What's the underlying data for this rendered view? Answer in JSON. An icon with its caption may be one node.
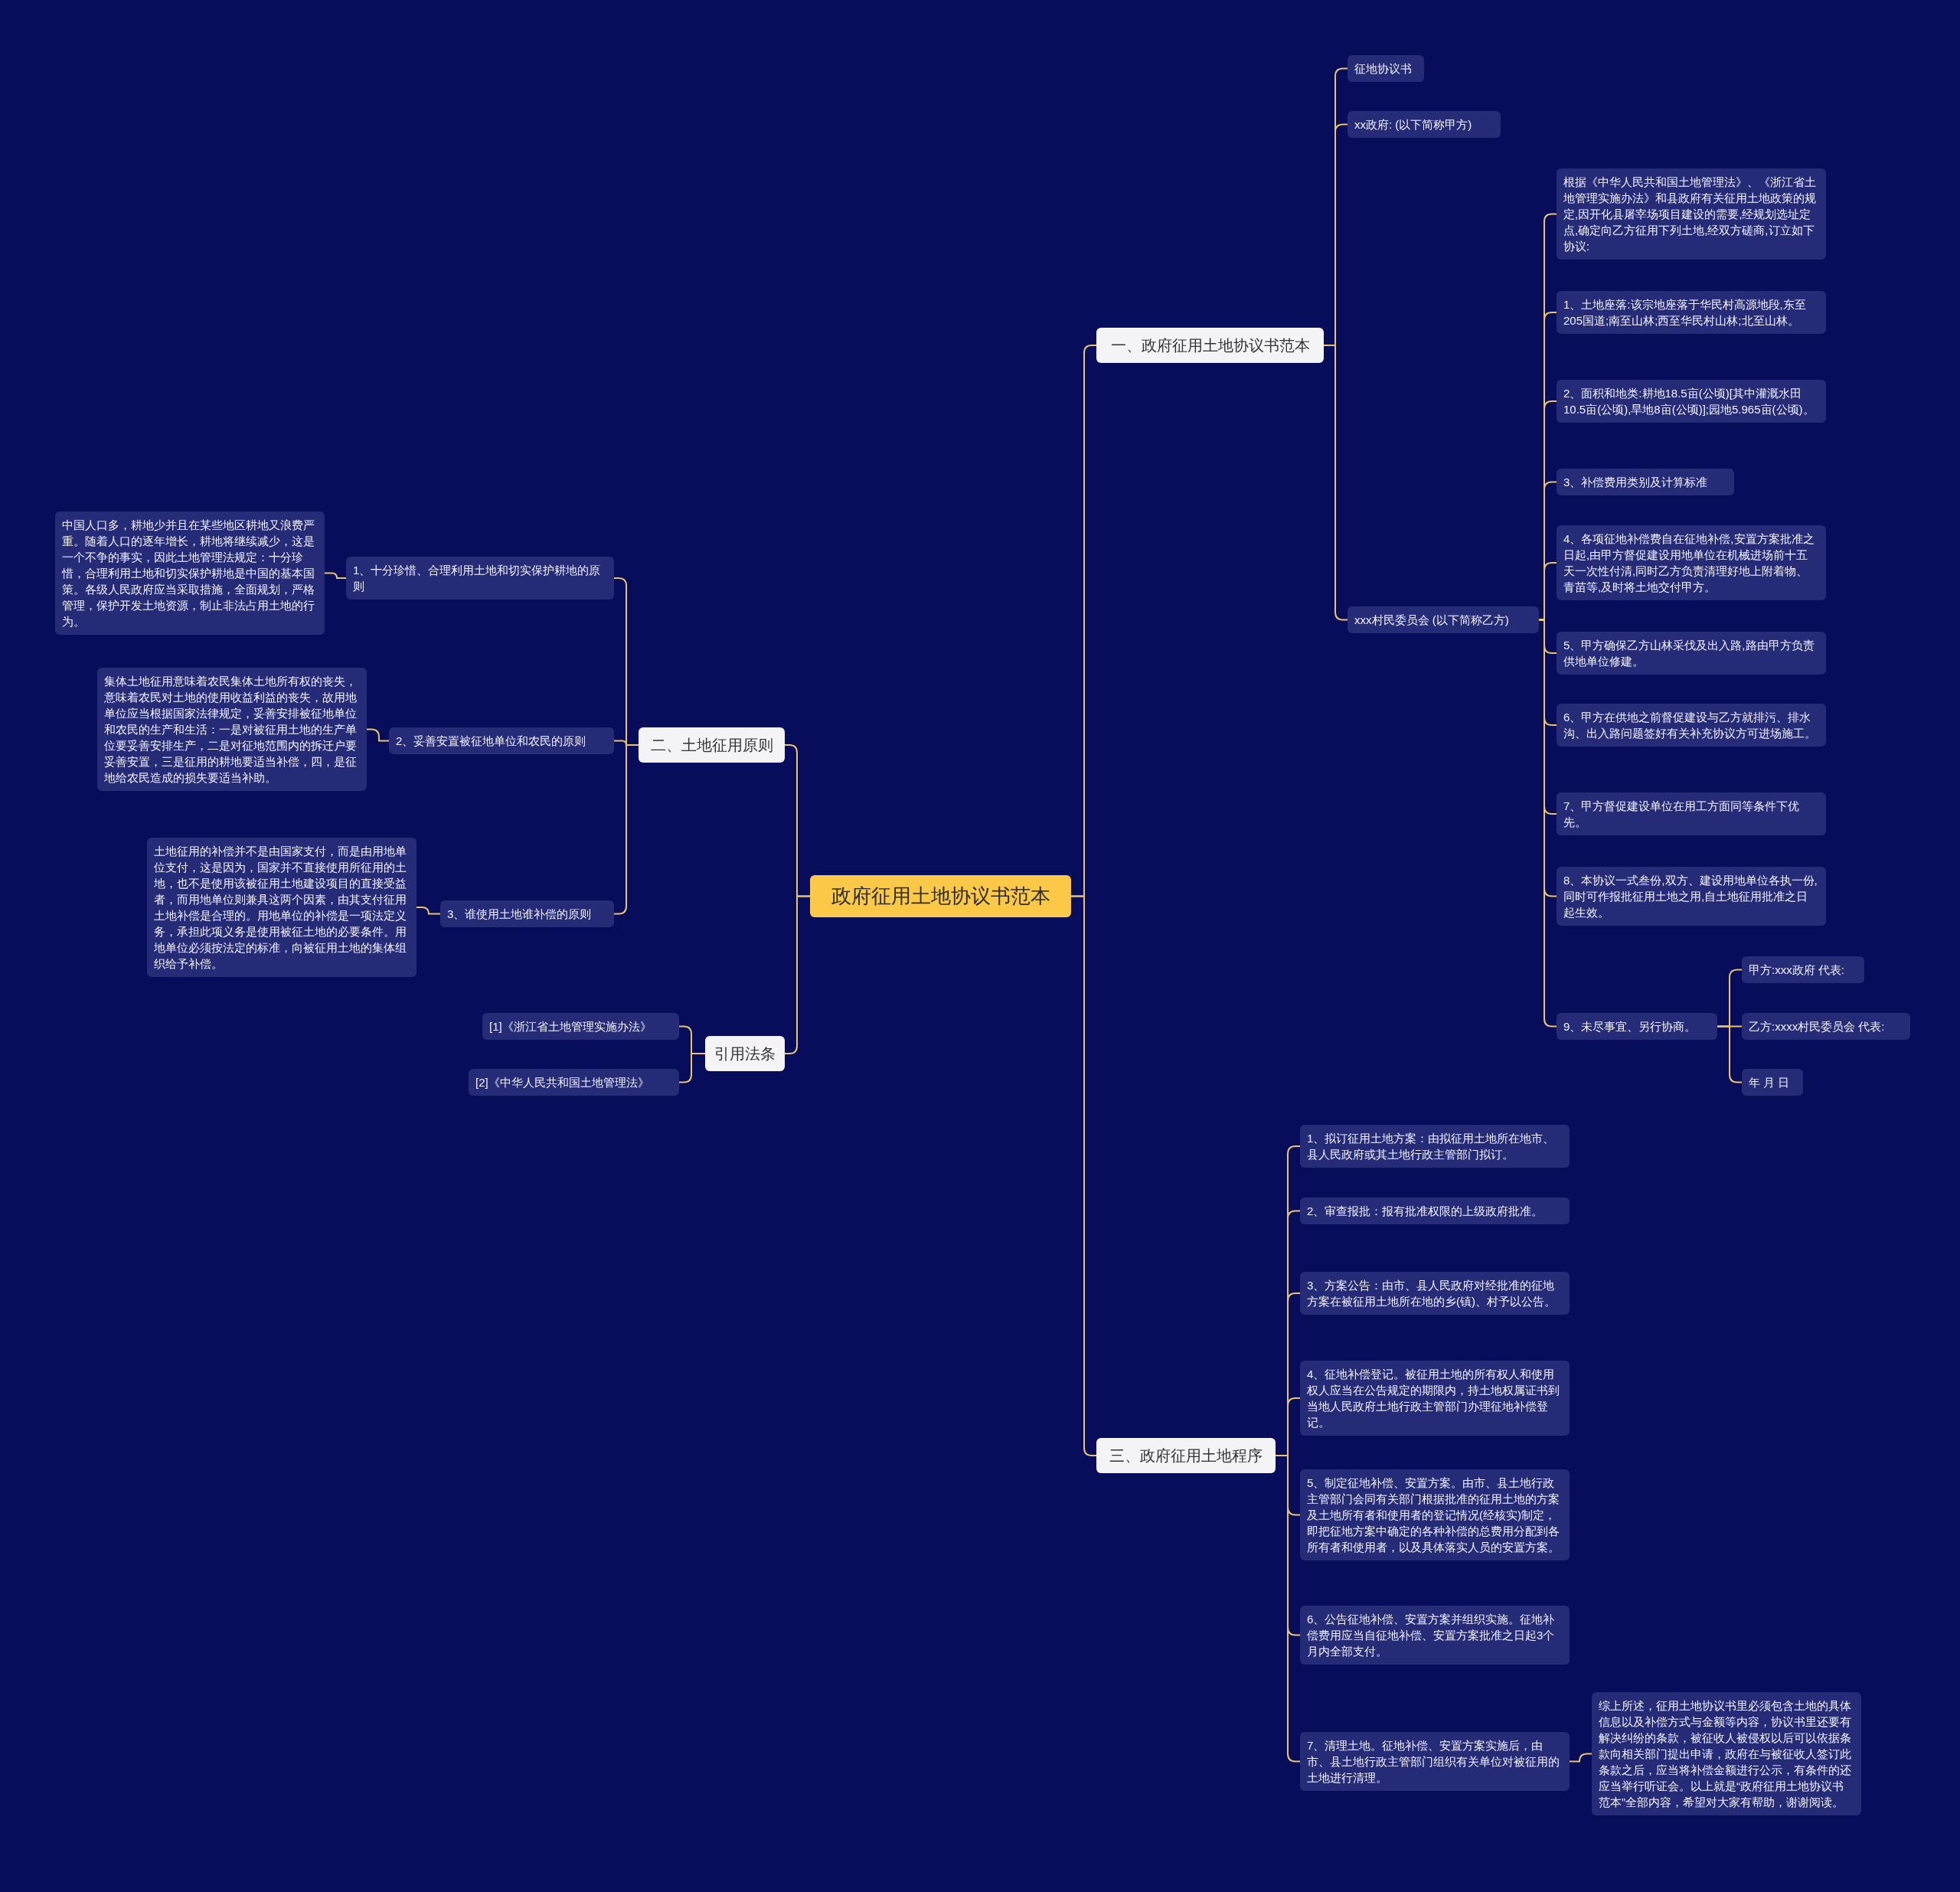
{
  "diagram": {
    "nodes": [
      {
        "text": [
          "政府征用土地协议书范本"
        ]
      },
      {
        "text": [
          "一、政府征用土地协议书范本"
        ]
      },
      {
        "text": [
          "征地协议书"
        ]
      },
      {
        "text": [
          "xx政府: (以下简称甲方)"
        ]
      },
      {
        "text": [
          "xxx村民委员会 (以下简称乙方)"
        ]
      },
      {
        "text": [
          "根据《中华人民共和国土地管理法》、《浙江省土地管理实施办法》和县政府有关征用土地政策的规定,因开化县屠宰场项目建设的需要,经规划选址定点,确定向乙方征用下列土地,经双方磋商,订立如下协议:"
        ]
      },
      {
        "text": [
          "1、土地座落:该宗地座落于华民村高源地段,东至205国道;南至山林;西至华民村山林;北至山林。"
        ]
      },
      {
        "text": [
          "2、面积和地类:耕地18.5亩(公顷)[其中灌溉水田10.5亩(公顷),旱地8亩(公顷)];园地5.965亩(公顷)。"
        ]
      },
      {
        "text": [
          "3、补偿费用类别及计算标准"
        ]
      },
      {
        "text": [
          "4、各项征地补偿费自在征地补偿,安置方案批准之日起,由甲方督促建设用地单位在机械进场前十五天一次性付清,同时乙方负责清理好地上附着物、青苗等,及时将土地交付甲方。"
        ]
      },
      {
        "text": [
          "5、甲方确保乙方山林采伐及出入路,路由甲方负责供地单位修建。"
        ]
      },
      {
        "text": [
          "6、甲方在供地之前督促建设与乙方就排污、排水沟、出入路问题签好有关补充协议方可进场施工。"
        ]
      },
      {
        "text": [
          "7、甲方督促建设单位在用工方面同等条件下优先。"
        ]
      },
      {
        "text": [
          "8、本协议一式叁份,双方、建设用地单位各执一份,同时可作报批征用土地之用,自土地征用批准之日起生效。"
        ]
      },
      {
        "text": [
          "9、未尽事宜、另行协商。"
        ]
      },
      {
        "text": [
          "甲方:xxx政府 代表:"
        ]
      },
      {
        "text": [
          "乙方:xxxx村民委员会 代表:"
        ]
      },
      {
        "text": [
          "年 月 日"
        ]
      },
      {
        "text": [
          "二、土地征用原则"
        ]
      },
      {
        "text": [
          "1、十分珍惜、合理利用土地和切实保护耕地的原则"
        ]
      },
      {
        "text": [
          "中国人口多，耕地少并且在某些地区耕地又浪费严重。随着人口的逐年增长，耕地将继续减少，这是一个不争的事实，因此土地管理法规定：十分珍惜，合理利用土地和切实保护耕地是中国的基本国策。各级人民政府应当采取措施，全面规划，严格管理，保护开发土地资源，制止非法占用土地的行为。"
        ]
      },
      {
        "text": [
          "2、妥善安置被征地单位和农民的原则"
        ]
      },
      {
        "text": [
          "集体土地征用意味着农民集体土地所有权的丧失，意味着农民对土地的使用收益利益的丧失，故用地单位应当根据国家法律规定，妥善安排被征地单位和农民的生产和生活：一是对被征用土地的生产单位要妥善安排生产，二是对征地范围内的拆迁户要妥善安置，三是征用的耕地要适当补偿，四，是征地给农民造成的损失要适当补助。"
        ]
      },
      {
        "text": [
          "3、谁使用土地谁补偿的原则"
        ]
      },
      {
        "text": [
          "土地征用的补偿并不是由国家支付，而是由用地单位支付，这是因为，国家并不直接使用所征用的土地，也不是使用该被征用土地建设项目的直接受益者，而用地单位则兼具这两个因素，由其支付征用土地补偿是合理的。用地单位的补偿是一项法定义务，承担此项义务是使用被征土地的必要条件。用地单位必须按法定的标准，向被征用土地的集体组织给予补偿。"
        ]
      },
      {
        "text": [
          "引用法条"
        ]
      },
      {
        "text": [
          "[1]《浙江省土地管理实施办法》"
        ]
      },
      {
        "text": [
          "[2]《中华人民共和国土地管理法》"
        ]
      },
      {
        "text": [
          "三、政府征用土地程序"
        ]
      },
      {
        "text": [
          "1、拟订征用土地方案：由拟征用土地所在地市、县人民政府或其土地行政主管部门拟订。"
        ]
      },
      {
        "text": [
          "2、审查报批：报有批准权限的上级政府批准。"
        ]
      },
      {
        "text": [
          "3、方案公告：由市、县人民政府对经批准的征地方案在被征用土地所在地的乡(镇)、村予以公告。"
        ]
      },
      {
        "text": [
          "4、征地补偿登记。被征用土地的所有权人和使用权人应当在公告规定的期限内，持土地权属证书到当地人民政府土地行政主管部门办理征地补偿登记。"
        ]
      },
      {
        "text": [
          "5、制定征地补偿、安置方案。由市、县土地行政主管部门会同有关部门根据批准的征用土地的方案及土地所有者和使用者的登记情况(经核实)制定，即把征地方案中确定的各种补偿的总费用分配到各所有者和使用者，以及具体落实人员的安置方案。"
        ]
      },
      {
        "text": [
          "6、公告征地补偿、安置方案并组织实施。征地补偿费用应当自征地补偿、安置方案批准之日起3个月内全部支付。"
        ]
      },
      {
        "text": [
          "7、清理土地。征地补偿、安置方案实施后，由市、县土地行政主管部门组织有关单位对被征用的土地进行清理。"
        ]
      },
      {
        "text": [
          "综上所述，征用土地协议书里必须包含土地的具体信息以及补偿方式与金额等内容，协议书里还要有解决纠纷的条款，被征收人被侵权以后可以依据条款向相关部门提出申请，政府在与被征收人签订此条款之后，应当将补偿金额进行公示，有条件的还应当举行听证会。以上就是“政府征用土地协议书范本”全部内容，希望对大家有帮助，谢谢阅读。"
        ]
      }
    ],
    "edges": [
      {
        "from": 0,
        "to": 1,
        "arrow": "none"
      },
      {
        "from": 1,
        "to": 2,
        "arrow": "none"
      },
      {
        "from": 1,
        "to": 3,
        "arrow": "none"
      },
      {
        "from": 1,
        "to": 4,
        "arrow": "none"
      },
      {
        "from": 4,
        "to": 5,
        "arrow": "none"
      },
      {
        "from": 4,
        "to": 6,
        "arrow": "none"
      },
      {
        "from": 4,
        "to": 7,
        "arrow": "none"
      },
      {
        "from": 4,
        "to": 8,
        "arrow": "none"
      },
      {
        "from": 4,
        "to": 9,
        "arrow": "none"
      },
      {
        "from": 4,
        "to": 10,
        "arrow": "none"
      },
      {
        "from": 4,
        "to": 11,
        "arrow": "none"
      },
      {
        "from": 4,
        "to": 12,
        "arrow": "none"
      },
      {
        "from": 4,
        "to": 13,
        "arrow": "none"
      },
      {
        "from": 4,
        "to": 14,
        "arrow": "none"
      },
      {
        "from": 14,
        "to": 15,
        "arrow": "none"
      },
      {
        "from": 14,
        "to": 16,
        "arrow": "none"
      },
      {
        "from": 14,
        "to": 17,
        "arrow": "none"
      },
      {
        "from": 0,
        "to": 18,
        "arrow": "none"
      },
      {
        "from": 18,
        "to": 19,
        "arrow": "none"
      },
      {
        "from": 19,
        "to": 20,
        "arrow": "none"
      },
      {
        "from": 18,
        "to": 21,
        "arrow": "none"
      },
      {
        "from": 21,
        "to": 22,
        "arrow": "none"
      },
      {
        "from": 18,
        "to": 23,
        "arrow": "none"
      },
      {
        "from": 23,
        "to": 24,
        "arrow": "none"
      },
      {
        "from": 0,
        "to": 25,
        "arrow": "none"
      },
      {
        "from": 25,
        "to": 26,
        "arrow": "none"
      },
      {
        "from": 25,
        "to": 27,
        "arrow": "none"
      },
      {
        "from": 0,
        "to": 28,
        "arrow": "none"
      },
      {
        "from": 28,
        "to": 29,
        "arrow": "none"
      },
      {
        "from": 28,
        "to": 30,
        "arrow": "none"
      },
      {
        "from": 28,
        "to": 31,
        "arrow": "none"
      },
      {
        "from": 28,
        "to": 32,
        "arrow": "none"
      },
      {
        "from": 28,
        "to": 33,
        "arrow": "none"
      },
      {
        "from": 28,
        "to": 34,
        "arrow": "none"
      },
      {
        "from": 28,
        "to": 35,
        "arrow": "none"
      },
      {
        "from": 35,
        "to": 36,
        "arrow": "none"
      }
    ]
  }
}
